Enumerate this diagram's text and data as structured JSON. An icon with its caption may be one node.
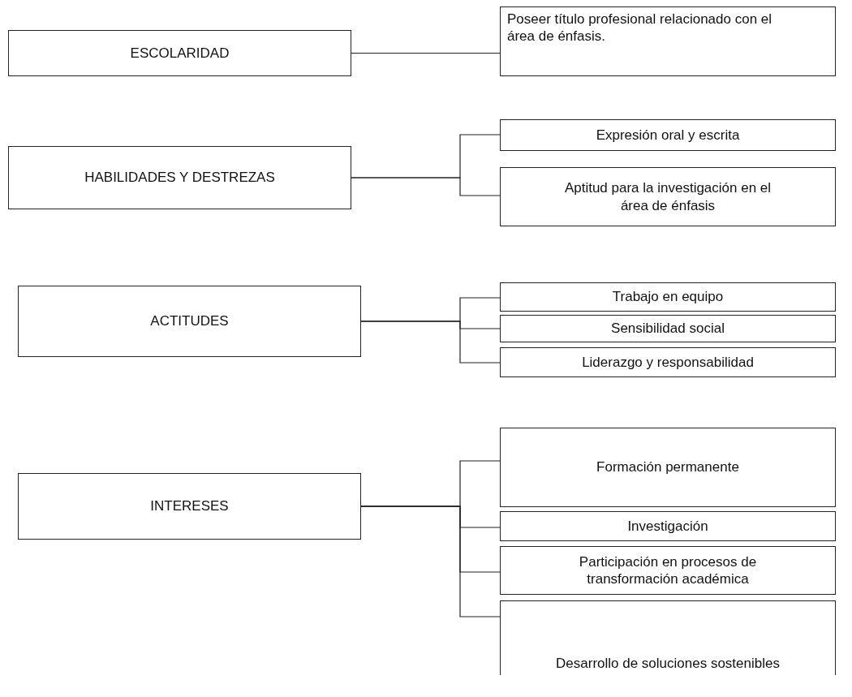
{
  "diagram": {
    "nodes": [
      {
        "text": [
          "ESCOLARIDAD"
        ]
      },
      {
        "text": [
          "Poseer título profesional relacionado con el área de énfasis."
        ]
      },
      {
        "text": [
          "HABILIDADES Y DESTREZAS"
        ]
      },
      {
        "text": [
          "Expresión oral y escrita"
        ]
      },
      {
        "text": [
          "Aptitud para la investigación en el área de énfasis"
        ]
      },
      {
        "text": [
          "ACTITUDES"
        ]
      },
      {
        "text": [
          "Trabajo en equipo"
        ]
      },
      {
        "text": [
          "Sensibilidad social"
        ]
      },
      {
        "text": [
          "Liderazgo y responsabilidad"
        ]
      },
      {
        "text": [
          "INTERESES"
        ]
      },
      {
        "text": [
          "Formación permanente"
        ]
      },
      {
        "text": [
          "Investigación"
        ]
      },
      {
        "text": [
          "Participación en procesos de transformación académica"
        ]
      },
      {
        "text": [
          "Desarrollo de soluciones sostenibles"
        ]
      }
    ],
    "edges": [
      {
        "from": 0,
        "to": 1,
        "arrow": "none"
      },
      {
        "from": 2,
        "to": 3,
        "arrow": "none"
      },
      {
        "from": 2,
        "to": 4,
        "arrow": "none"
      },
      {
        "from": 5,
        "to": 6,
        "arrow": "none"
      },
      {
        "from": 5,
        "to": 7,
        "arrow": "none"
      },
      {
        "from": 5,
        "to": 8,
        "arrow": "none"
      },
      {
        "from": 9,
        "to": 10,
        "arrow": "none"
      },
      {
        "from": 9,
        "to": 11,
        "arrow": "none"
      },
      {
        "from": 9,
        "to": 12,
        "arrow": "none"
      },
      {
        "from": 9,
        "to": 13,
        "arrow": "none"
      }
    ]
  }
}
